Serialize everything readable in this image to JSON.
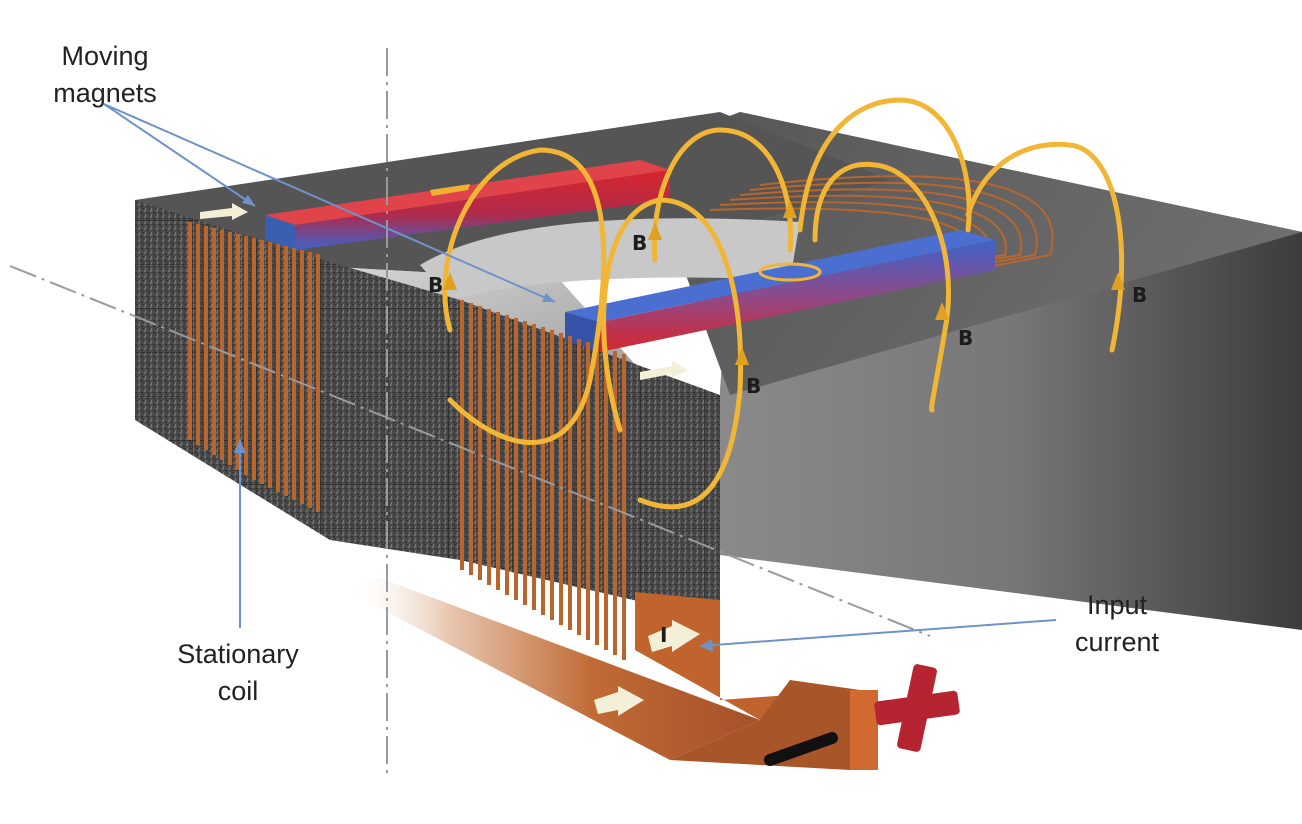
{
  "labels": {
    "moving_magnets": [
      "Moving",
      "magnets"
    ],
    "stationary_coil": [
      "Stationary",
      "coil"
    ],
    "input_current": [
      "Input",
      "current"
    ]
  },
  "field_symbol": "B",
  "current_symbol": "I",
  "colors": {
    "magnet_north": "#d8262c",
    "magnet_south": "#3e63c8",
    "copper": "#b8652e",
    "field_lines": "#f2b636",
    "leader_lines": "#6f93c8",
    "core_dark": "#3a3a3a",
    "plus_sign": "#b52430"
  }
}
